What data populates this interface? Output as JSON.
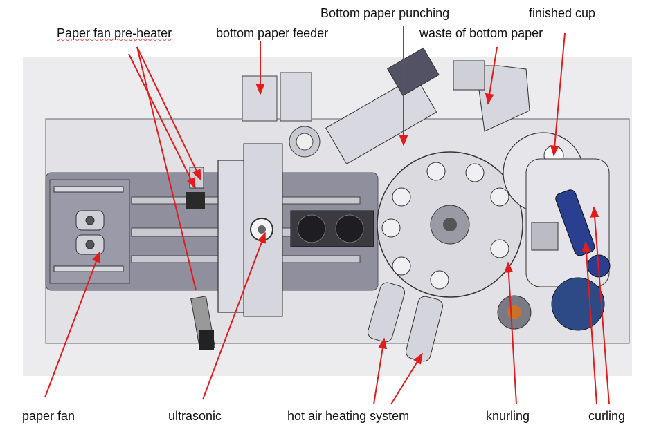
{
  "labels": {
    "paper_fan_preheater": "Paper fan pre-heater",
    "bottom_paper_feeder": "bottom paper feeder",
    "bottom_paper_punching": "Bottom paper punching",
    "finished_cup": "finished cup",
    "waste_bottom_paper": "waste of bottom paper",
    "paper_fan": "paper fan",
    "ultrasonic": "ultrasonic",
    "hot_air_heating": "hot air heating system",
    "knurling": "knurling",
    "curling": "curling"
  },
  "colors": {
    "arrow": "#e21b1b",
    "machine_bg": "#e9e9ec",
    "plate": "#dcdce2",
    "dark_plate": "#8e8e9c",
    "accent_blue": "#2a3f8f"
  }
}
